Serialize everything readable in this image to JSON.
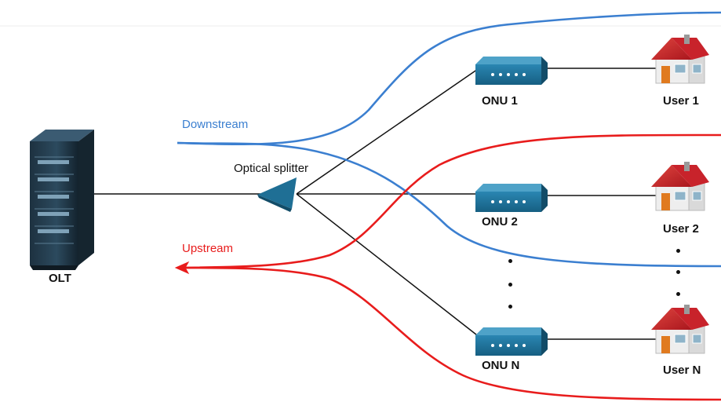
{
  "diagram": {
    "olt": {
      "label": "OLT",
      "icon": "server-rack-icon"
    },
    "splitter": {
      "label": "Optical splitter",
      "icon": "optical-splitter-icon"
    },
    "downstream": {
      "label": "Downstream",
      "color": "#3b7fd0"
    },
    "upstream": {
      "label": "Upstream",
      "color": "#e81c1c"
    },
    "onus": [
      {
        "label": "ONU 1",
        "icon": "onu-device-icon"
      },
      {
        "label": "ONU 2",
        "icon": "onu-device-icon"
      },
      {
        "label": "ONU N",
        "icon": "onu-device-icon"
      }
    ],
    "users": [
      {
        "label": "User 1",
        "icon": "house-icon"
      },
      {
        "label": "User 2",
        "icon": "house-icon"
      },
      {
        "label": "User N",
        "icon": "house-icon"
      }
    ],
    "colors": {
      "fiber": "#111111",
      "device": "#1f6f95",
      "roof": "#c8232b"
    }
  }
}
